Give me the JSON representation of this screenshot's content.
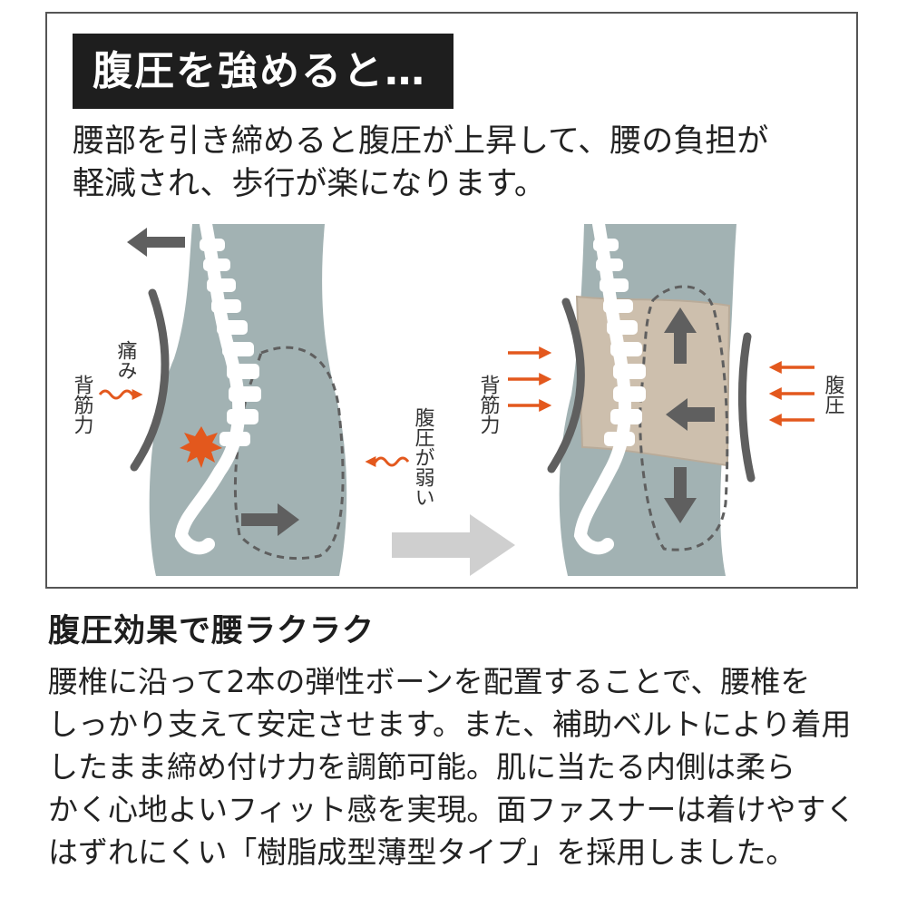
{
  "heading": "腹圧を強めると…",
  "intro_lines": [
    "腰部を引き締めると腹圧が上昇して、腰の負担が",
    "軽減され、歩行が楽になります。"
  ],
  "left_figure": {
    "pain_label": "痛み",
    "back_muscle_label": "背筋力",
    "weak_pressure_label": "腹圧が弱い"
  },
  "right_figure": {
    "back_muscle_label": "背筋力",
    "pressure_label": "腹圧"
  },
  "colors": {
    "body": "#a2b2b3",
    "arrow_gray": "#5f5f5f",
    "accent_orange": "#e3581d",
    "belt": "#cdbfad",
    "transition_arrow": "#cfcfcf"
  },
  "section": {
    "title": "腹圧効果で腰ラクラク",
    "lines": [
      "腰椎に沿って2本の弾性ボーンを配置することで、腰椎を",
      "しっかり支えて安定させます。また、補助ベルトにより着用",
      "したまま締め付け力を調節可能。肌に当たる内側は柔ら",
      "かく心地よいフィット感を実現。面ファスナーは着けやすく",
      "はずれにくい「樹脂成型薄型タイプ」を採用しました。"
    ]
  }
}
